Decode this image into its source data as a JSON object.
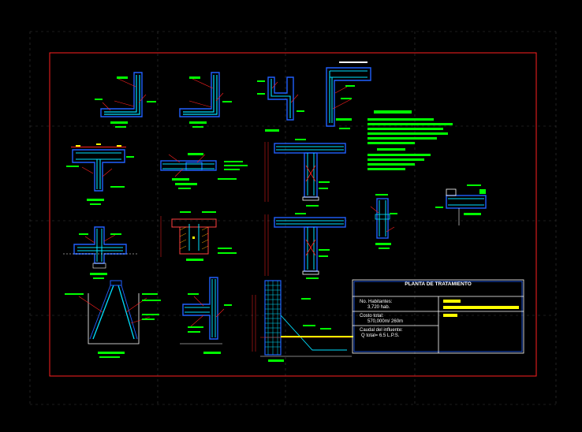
{
  "title_block": {
    "title": "PLANTA DE TRATAMIENTO",
    "rows": [
      {
        "label": "No. Habitantes:",
        "value": "3,720 hab."
      },
      {
        "label": "Costo total:",
        "value": "570,000m/ 260m"
      },
      {
        "label": "Caudal del influente:",
        "value": "Q total= 6.5 L.P.S."
      }
    ]
  },
  "colors": {
    "frame": "#ff2020",
    "concrete": "#2060ff",
    "rebar": "#00e0ff",
    "annotation": "#00ff00",
    "leader": "#ff2020",
    "highlight": "#ffff00",
    "title_block_border": "#ffffff"
  }
}
